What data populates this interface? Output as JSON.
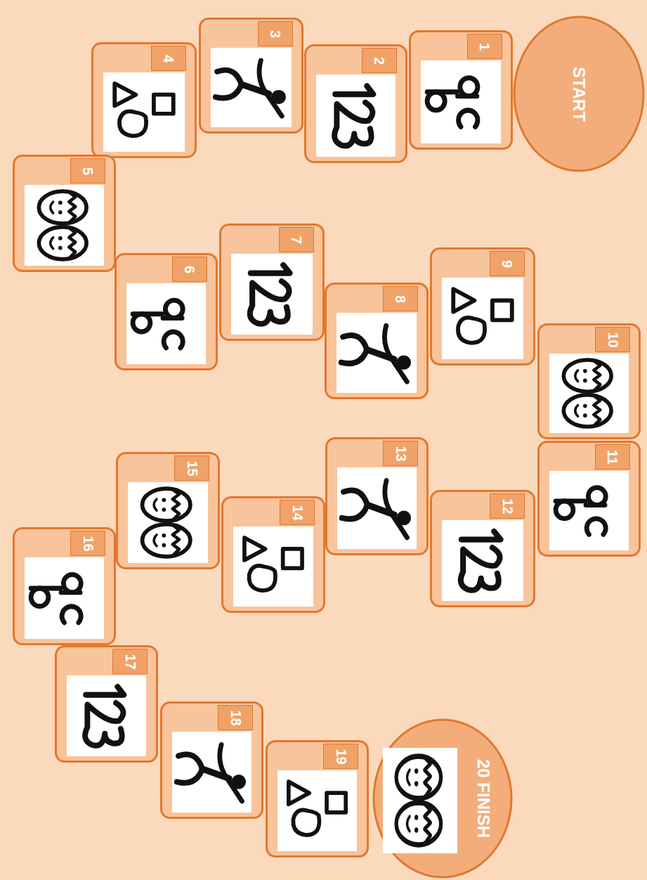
{
  "diagram": {
    "nodes": [
      {
        "text": [
          "START"
        ]
      },
      {
        "text": [
          "1"
        ]
      },
      {
        "text": [
          "2"
        ]
      },
      {
        "text": [
          "3"
        ]
      },
      {
        "text": [
          "4"
        ]
      },
      {
        "text": [
          "5"
        ]
      },
      {
        "text": [
          "6"
        ]
      },
      {
        "text": [
          "7"
        ]
      },
      {
        "text": [
          "8"
        ]
      },
      {
        "text": [
          "9"
        ]
      },
      {
        "text": [
          "10"
        ]
      },
      {
        "text": [
          "11"
        ]
      },
      {
        "text": [
          "12"
        ]
      },
      {
        "text": [
          "13"
        ]
      },
      {
        "text": [
          "14"
        ]
      },
      {
        "text": [
          "15"
        ]
      },
      {
        "text": [
          "16"
        ]
      },
      {
        "text": [
          "17"
        ]
      },
      {
        "text": [
          "18"
        ]
      },
      {
        "text": [
          "19"
        ]
      },
      {
        "text": [
          "20 FINISH"
        ]
      }
    ]
  }
}
